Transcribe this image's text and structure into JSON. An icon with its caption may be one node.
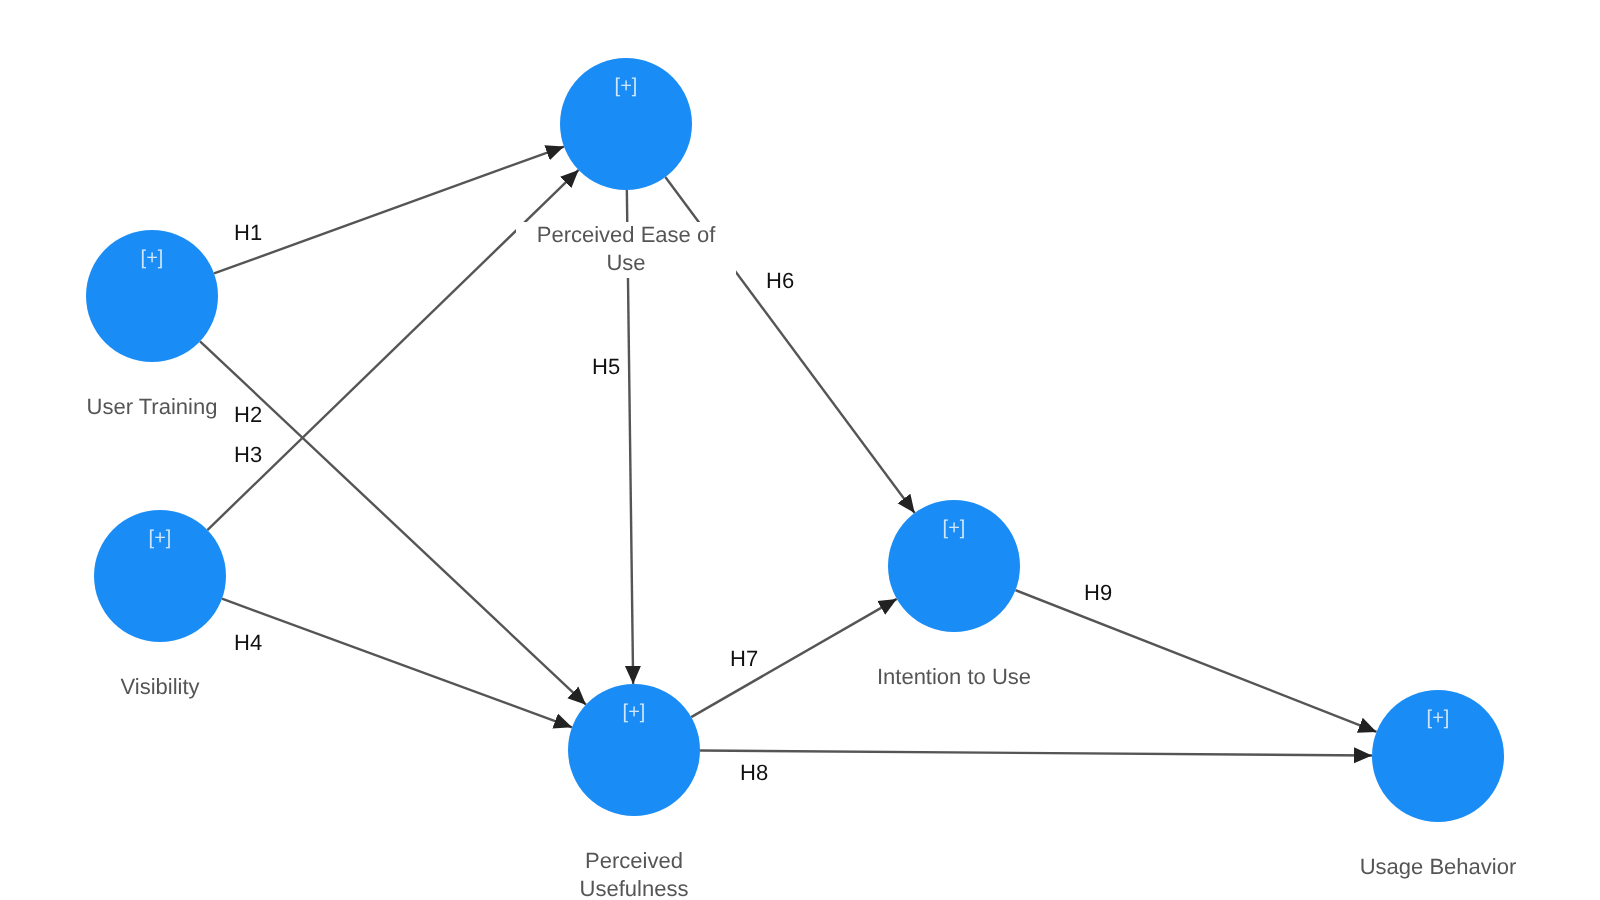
{
  "diagram": {
    "nodes": [
      {
        "text": [
          "[+]",
          "User Training"
        ]
      },
      {
        "text": [
          "[+]",
          "Visibility"
        ]
      },
      {
        "text": [
          "[+]",
          "Perceived Ease of Use"
        ]
      },
      {
        "text": [
          "[+]",
          "Perceived Usefulness"
        ]
      },
      {
        "text": [
          "[+]",
          "Intention to Use"
        ]
      },
      {
        "text": [
          "[+]",
          "Usage Behavior"
        ]
      }
    ],
    "edges": [
      {
        "from": 0,
        "to": 2,
        "arrow": "to",
        "label": "H1"
      },
      {
        "from": 0,
        "to": 3,
        "arrow": "to",
        "label": "H2"
      },
      {
        "from": 1,
        "to": 2,
        "arrow": "to",
        "label": "H3"
      },
      {
        "from": 1,
        "to": 3,
        "arrow": "to",
        "label": "H4"
      },
      {
        "from": 2,
        "to": 3,
        "arrow": "to",
        "label": "H5"
      },
      {
        "from": 2,
        "to": 4,
        "arrow": "to",
        "label": "H6"
      },
      {
        "from": 3,
        "to": 4,
        "arrow": "to",
        "label": "H7"
      },
      {
        "from": 3,
        "to": 5,
        "arrow": "to",
        "label": "H8"
      },
      {
        "from": 4,
        "to": 5,
        "arrow": "to",
        "label": "H9"
      }
    ]
  }
}
